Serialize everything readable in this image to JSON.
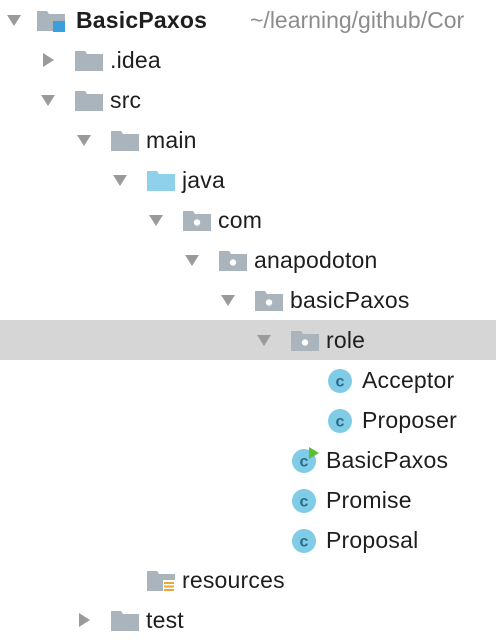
{
  "colors": {
    "folder": "#a9b4bd",
    "folder_source": "#8fd0ea",
    "class_icon": "#80cce6",
    "class_letter": "#2a6b88",
    "run_marker": "#5bbf35",
    "resources_bars": "#e9a93a",
    "module_square": "#3aa0db",
    "selection": "#d6d6d6",
    "arrow": "#9a9a9a"
  },
  "project": {
    "name": "BasicPaxos",
    "path": "~/learning/github/Cor"
  },
  "nodes": [
    {
      "label": ".idea",
      "icon": "folder-icon",
      "arrow": "right"
    },
    {
      "label": "src",
      "icon": "folder-icon",
      "arrow": "down"
    },
    {
      "label": "main",
      "icon": "folder-icon",
      "arrow": "down"
    },
    {
      "label": "java",
      "icon": "source-folder-icon",
      "arrow": "down"
    },
    {
      "label": "com",
      "icon": "package-icon",
      "arrow": "down"
    },
    {
      "label": "anapodoton",
      "icon": "package-icon",
      "arrow": "down"
    },
    {
      "label": "basicPaxos",
      "icon": "package-icon",
      "arrow": "down"
    },
    {
      "label": "role",
      "icon": "package-icon",
      "arrow": "down",
      "selected": true
    },
    {
      "label": "Acceptor",
      "icon": "class-icon",
      "letter": "c"
    },
    {
      "label": "Proposer",
      "icon": "class-icon",
      "letter": "c"
    },
    {
      "label": "BasicPaxos",
      "icon": "runnable-class-icon",
      "letter": "c"
    },
    {
      "label": "Promise",
      "icon": "class-icon",
      "letter": "c"
    },
    {
      "label": "Proposal",
      "icon": "class-icon",
      "letter": "c"
    },
    {
      "label": "resources",
      "icon": "resources-folder-icon"
    },
    {
      "label": "test",
      "icon": "folder-icon",
      "arrow": "right"
    }
  ]
}
